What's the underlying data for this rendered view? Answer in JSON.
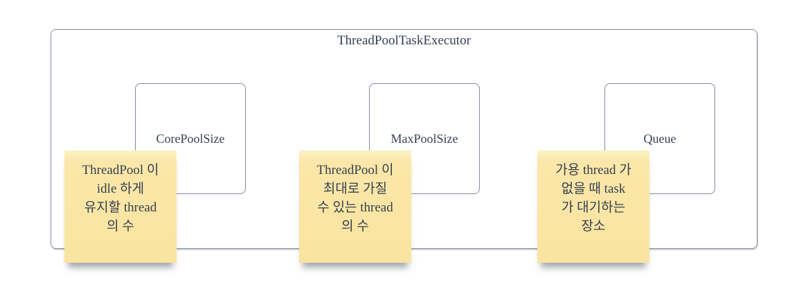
{
  "diagram": {
    "container": {
      "title": "ThreadPoolTaskExecutor"
    },
    "boxes": [
      {
        "label": "CorePoolSize"
      },
      {
        "label": "MaxPoolSize"
      },
      {
        "label": "Queue"
      }
    ],
    "notes": [
      {
        "text": "ThreadPool 이\nidle 하게\n유지할 thread\n의 수"
      },
      {
        "text": "ThreadPool 이\n최대로 가질\n수 있는 thread\n의 수"
      },
      {
        "text": "가용 thread 가\n없을 때 task\n가 대기하는\n장소"
      }
    ],
    "colors": {
      "border": "#828a9a",
      "text": "#333e50",
      "note_background": "#fae4a0",
      "note_highlight": "#fdf1c6",
      "canvas_background": "#ffffff"
    }
  }
}
